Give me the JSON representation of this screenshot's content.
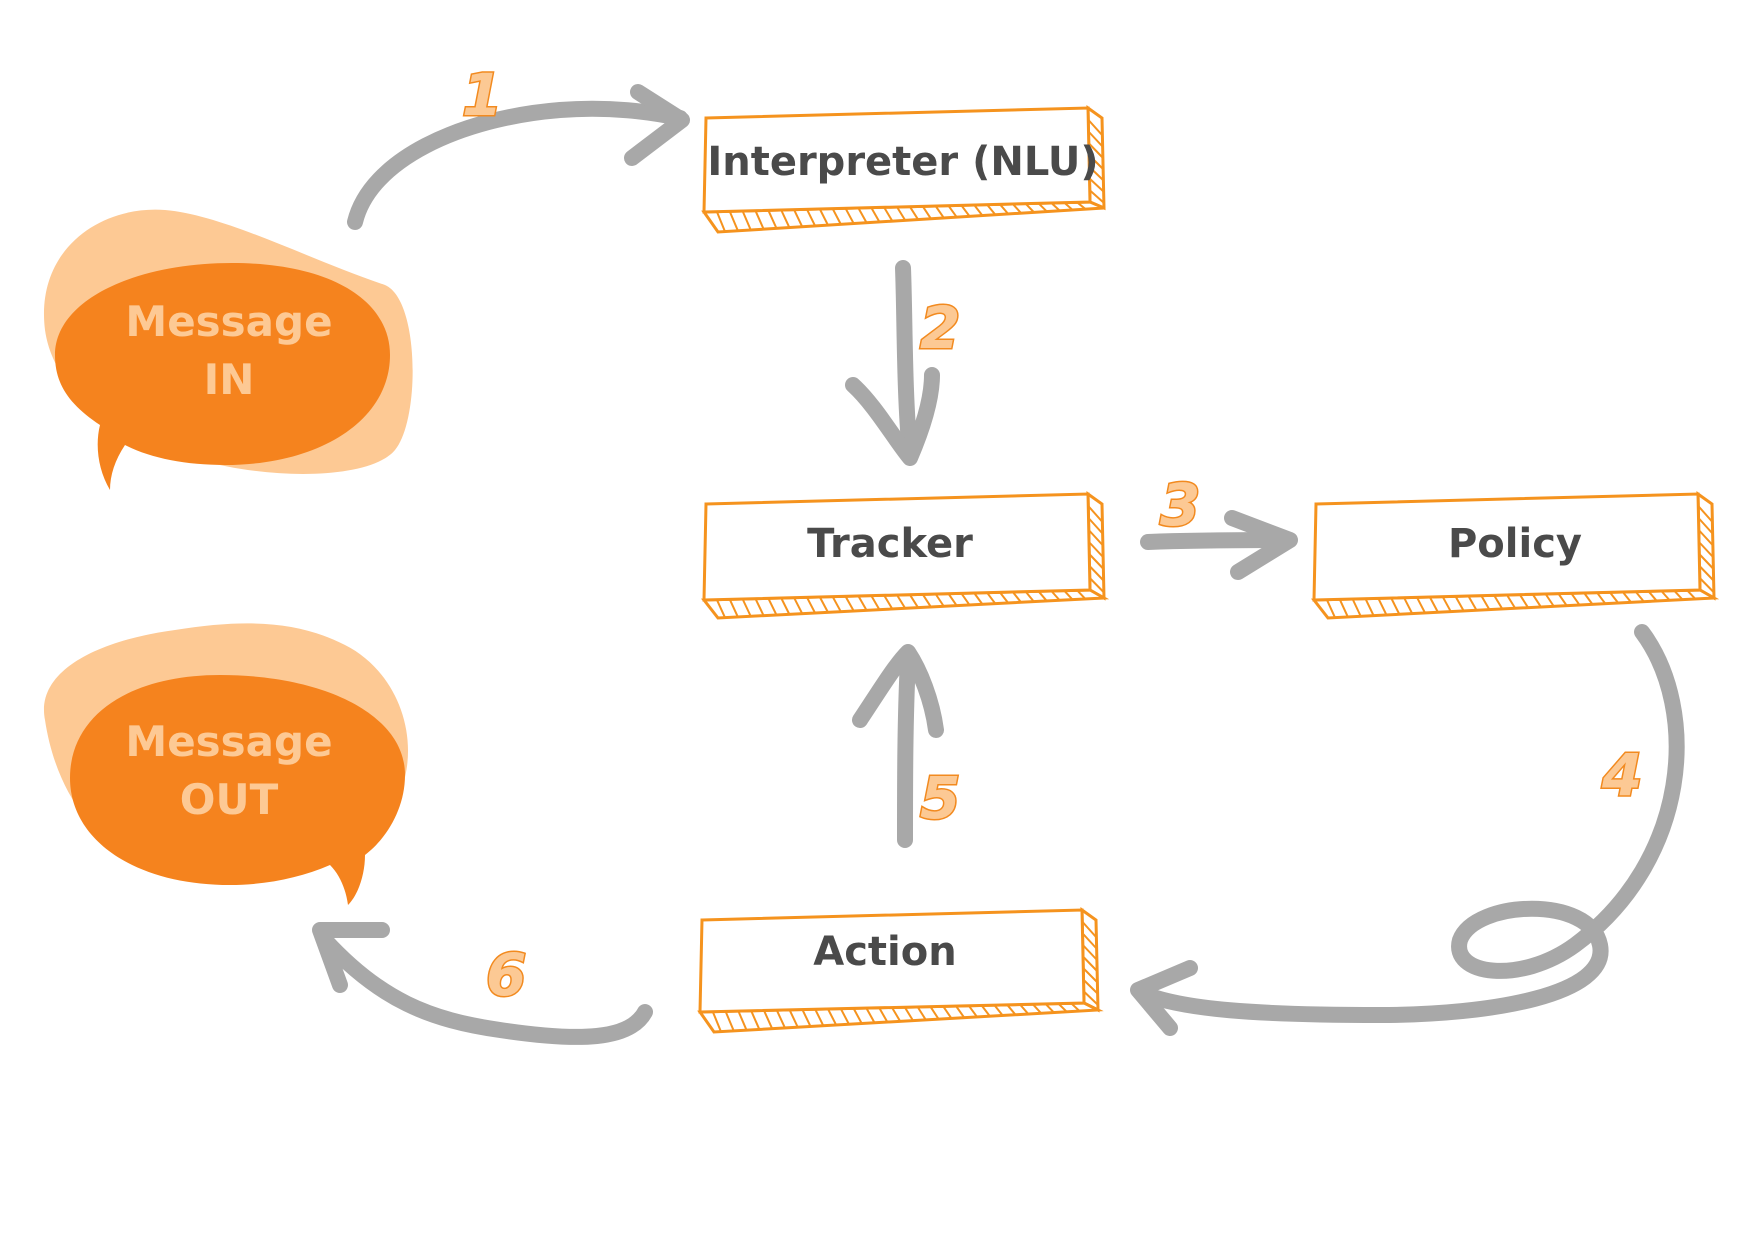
{
  "colors": {
    "accent": "#f5831e",
    "accent_light": "#fdc994",
    "arrow": "#a8a8a8",
    "text": "#4a4a4a"
  },
  "bubbles": {
    "message_in": {
      "line1": "Message",
      "line2": "IN"
    },
    "message_out": {
      "line1": "Message",
      "line2": "OUT"
    }
  },
  "boxes": {
    "interpreter": "Interpreter (NLU)",
    "tracker": "Tracker",
    "policy": "Policy",
    "action": "Action"
  },
  "steps": {
    "s1": "1",
    "s2": "2",
    "s3": "3",
    "s4": "4",
    "s5": "5",
    "s6": "6"
  }
}
